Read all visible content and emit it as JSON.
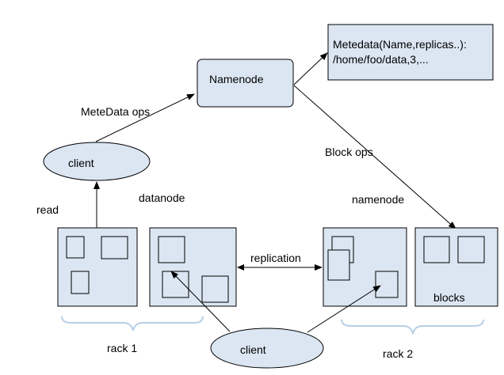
{
  "colors": {
    "fill": "#dbe6f2",
    "stroke": "#000000",
    "brace": "#b8cfe6",
    "background": "#ffffff"
  },
  "nodes": {
    "namenode_label": "Namenode",
    "metadata_line1": "Metedata(Name,replicas..):",
    "metadata_line2": "/home/foo/data,3,...",
    "client_top": "client",
    "client_bottom": "client",
    "blocks_label": "blocks"
  },
  "labels": {
    "metadata_ops": "MeteData ops",
    "block_ops": "Block ops",
    "read": "read",
    "datanode": "datanode",
    "namenode_small": "namenode",
    "replication": "replication",
    "rack1": "rack 1",
    "rack2": "rack 2"
  }
}
